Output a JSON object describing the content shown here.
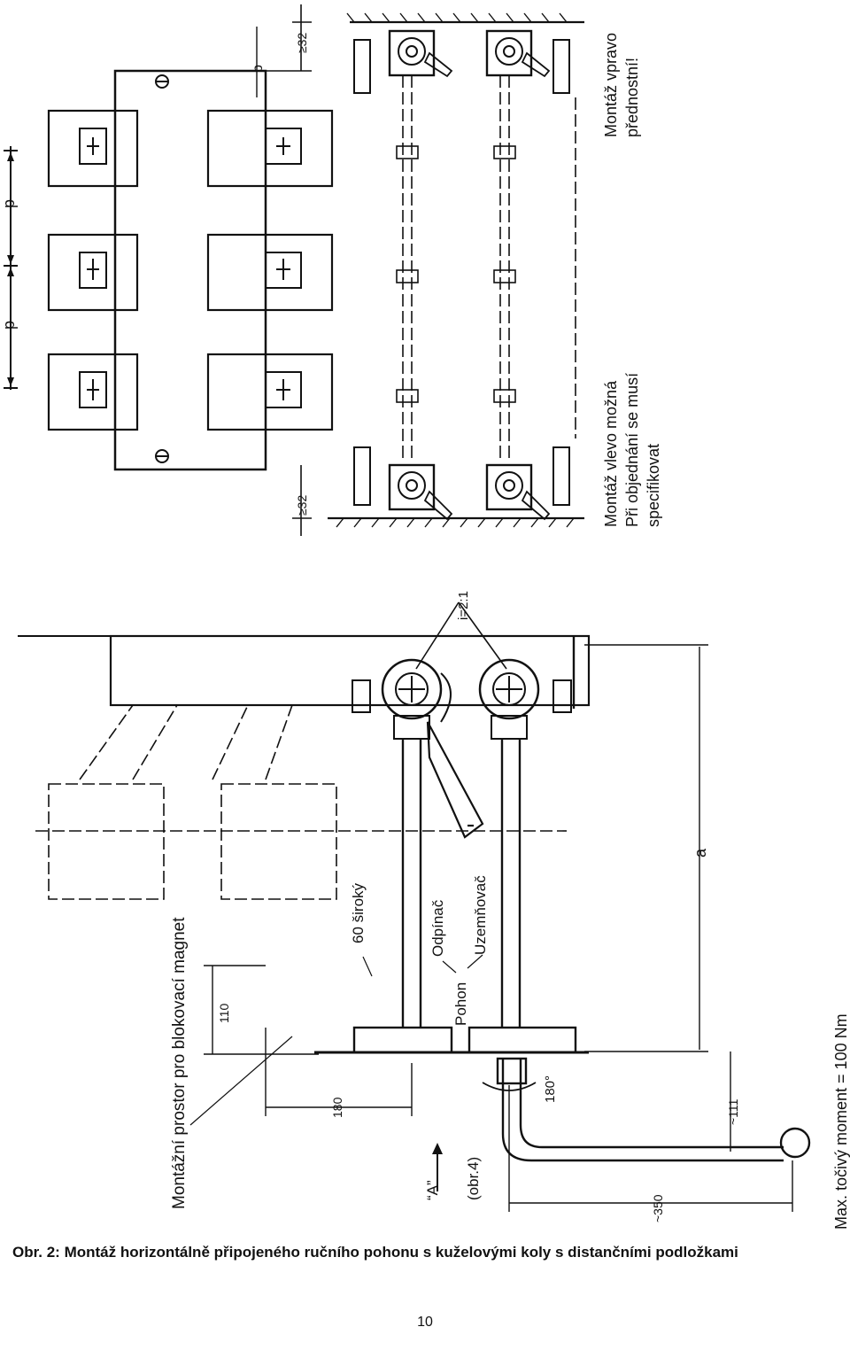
{
  "top_view": {
    "pitch_label_left": "p",
    "pitch_label_right": "p",
    "gap_label": "b",
    "clearance_top": "≥32",
    "clearance_bottom": "≥32",
    "note_right": [
      "Montáž vpravo",
      "přednostní!"
    ],
    "note_left": [
      "Montáž vlevo možná",
      "Při objednání se musí",
      "specifikovat"
    ]
  },
  "side_view": {
    "ratio_label": "i=2:1",
    "magnet_space_label": "Montážní prostor pro blokovací magnet",
    "width_label": "60 široký",
    "disconnector_label": "Odpínač",
    "earthing_label": "Uzemňovač",
    "drive_label": "Pohon",
    "view_label": "“A”",
    "figure_ref": "(obr.4)",
    "dim_110": "110",
    "dim_180": "180",
    "dim_a": "a",
    "dim_111": "~111",
    "dim_350": "~350",
    "rotation_label": "180°",
    "torque_note": "Max. točivý moment = 100 Nm"
  },
  "caption": "Obr. 2: Montáž horizontálně připojeného ručního pohonu s kuželovými koly s distančními podložkami",
  "page_number": "10"
}
